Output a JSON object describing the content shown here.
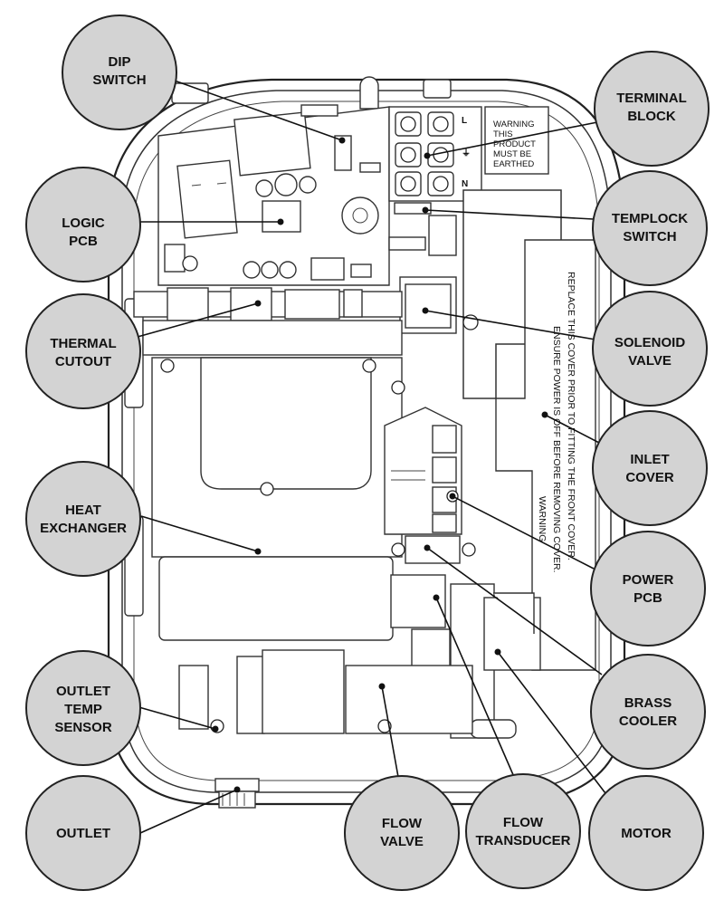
{
  "callouts": {
    "dip_switch": [
      "DIP",
      "SWITCH"
    ],
    "terminal_block": [
      "TERMINAL",
      "BLOCK"
    ],
    "logic_pcb": [
      "LOGIC",
      "PCB"
    ],
    "templock_switch": [
      "TEMPLOCK",
      "SWITCH"
    ],
    "thermal_cutout": [
      "THERMAL",
      "CUTOUT"
    ],
    "solenoid_valve": [
      "SOLENOID",
      "VALVE"
    ],
    "inlet_cover": [
      "INLET",
      "COVER"
    ],
    "heat_exchanger": [
      "HEAT",
      "EXCHANGER"
    ],
    "power_pcb": [
      "POWER",
      "PCB"
    ],
    "outlet_temp_sensor": [
      "OUTLET",
      "TEMP",
      "SENSOR"
    ],
    "brass_cooler": [
      "BRASS",
      "COOLER"
    ],
    "outlet": [
      "OUTLET"
    ],
    "flow_valve": [
      "FLOW",
      "VALVE"
    ],
    "flow_transducer": [
      "FLOW",
      "TRANSDUCER"
    ],
    "motor": [
      "MOTOR"
    ]
  },
  "earth_warning": [
    "WARNING",
    "THIS",
    "PRODUCT",
    "MUST BE",
    "EARTHED"
  ],
  "terminal_labels": {
    "live": "L",
    "neutral": "N"
  },
  "cover_warning": {
    "line1": "WARNING",
    "line2": "ENSURE POWER IS OFF BEFORE REMOVING COVER.",
    "line3": "REPLACE THIS COVER PRIOR TO FITTING THE FRONT COVER."
  }
}
